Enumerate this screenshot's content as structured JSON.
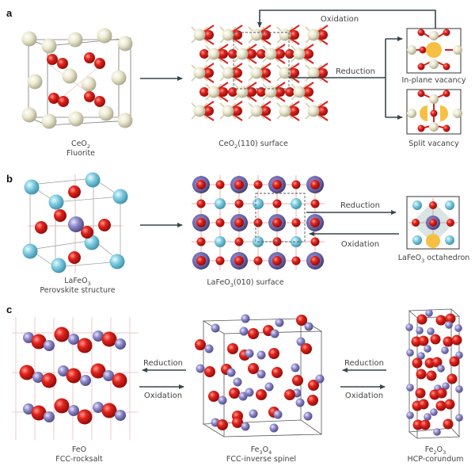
{
  "panels": {
    "a": {
      "letter": "a",
      "bulk": {
        "formula": "CeO",
        "subscript": "2",
        "name": "Fluorite"
      },
      "surface": {
        "formula": "CeO",
        "subscript": "2",
        "suffix": "(110) surface"
      },
      "reduction_label": "Reduction",
      "oxidation_label": "Oxidation",
      "vacancy_1": "In-plane vacancy",
      "vacancy_2": "Split vacancy"
    },
    "b": {
      "letter": "b",
      "bulk": {
        "formula": "LaFeO",
        "subscript": "3",
        "name": "Perovskite structure"
      },
      "surface": {
        "formula": "LaFeO",
        "subscript": "3",
        "suffix": "(010) surface"
      },
      "reduction_label": "Reduction",
      "oxidation_label": "Oxidation",
      "octahedron": {
        "formula": "LaFeO",
        "subscript": "3",
        "suffix": " octahedron"
      }
    },
    "c": {
      "letter": "c",
      "feo": {
        "formula": "FeO",
        "name": "FCC-rocksalt"
      },
      "fe3o4": {
        "formula_a": "Fe",
        "sub_a": "3",
        "formula_b": "O",
        "sub_b": "4",
        "name": "FCC-inverse spinel"
      },
      "fe2o3": {
        "formula_a": "Fe",
        "sub_a": "2",
        "formula_b": "O",
        "sub_b": "3",
        "name": "HCP-corundum"
      },
      "arrows_1": {
        "top": "Reduction",
        "bottom": "Oxidation"
      },
      "arrows_2": {
        "top": "Reduction",
        "bottom": "Oxidation"
      }
    }
  },
  "colors": {
    "cerium": "#ece9cf",
    "oxygen": "#d9201c",
    "lanthanum": "#7dcbe0",
    "iron": "#8c87c6",
    "vacancy": "#f7c043",
    "arrow": "#37474a",
    "bond": "#d98080"
  }
}
